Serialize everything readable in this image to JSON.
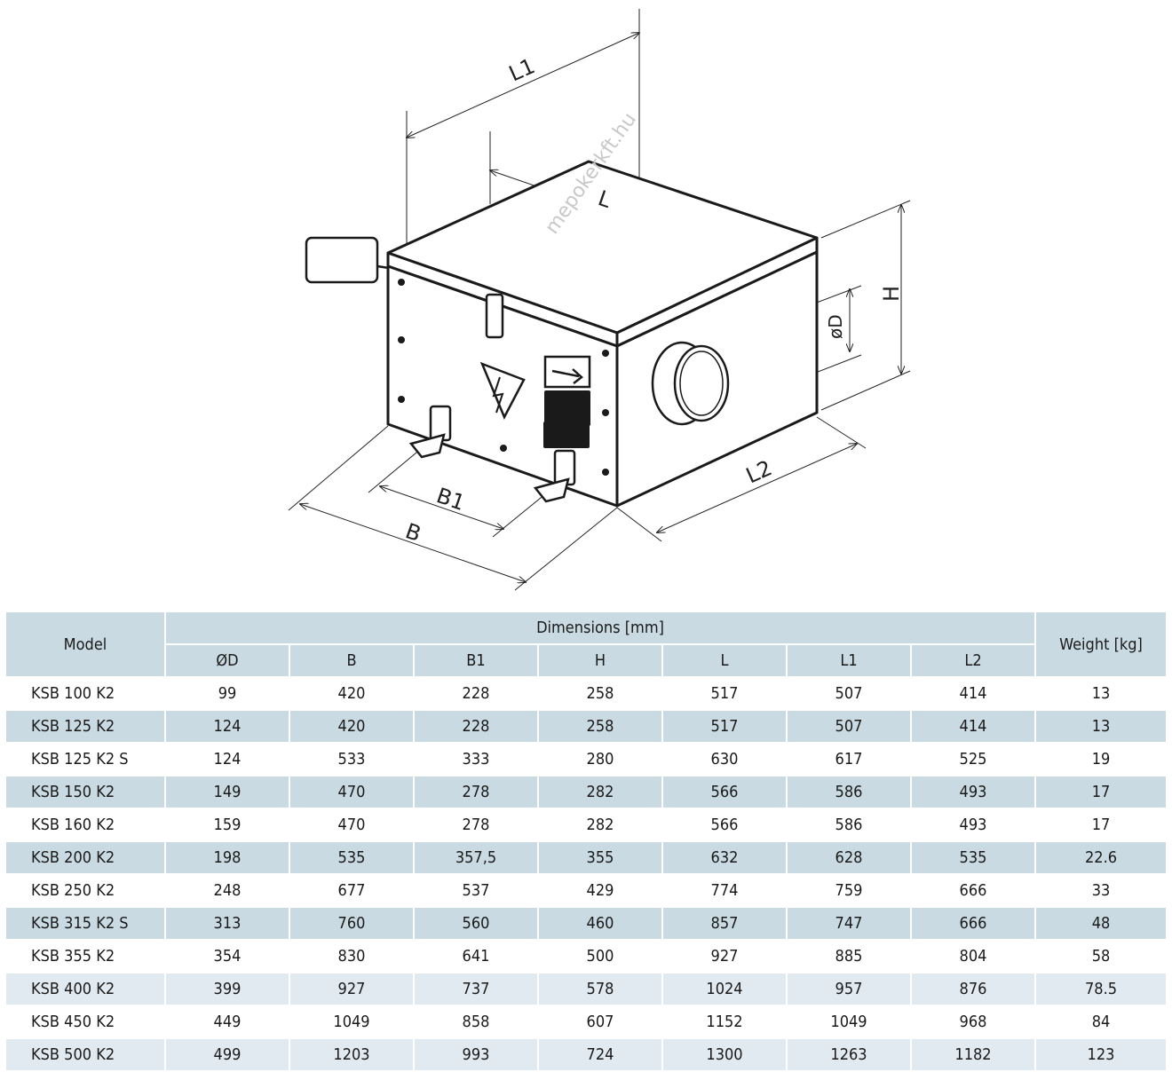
{
  "diagram": {
    "labels": {
      "L1": "L1",
      "L": "L",
      "H": "H",
      "D": "øD",
      "L2": "L2",
      "B": "B",
      "B1": "B1"
    },
    "watermark": "mepokerkft.hu"
  },
  "table": {
    "header": {
      "model": "Model",
      "dimensions": "Dimensions [mm]",
      "weight": "Weight [kg]",
      "dim_columns": [
        "ØD",
        "B",
        "B1",
        "H",
        "L",
        "L1",
        "L2"
      ]
    },
    "rows": [
      {
        "shade": 0,
        "cells": [
          "KSB 100 K2",
          "99",
          "420",
          "228",
          "258",
          "517",
          "507",
          "414",
          "13"
        ]
      },
      {
        "shade": 1,
        "cells": [
          "KSB 125 K2",
          "124",
          "420",
          "228",
          "258",
          "517",
          "507",
          "414",
          "13"
        ]
      },
      {
        "shade": 0,
        "cells": [
          "KSB 125 K2 S",
          "124",
          "533",
          "333",
          "280",
          "630",
          "617",
          "525",
          "19"
        ]
      },
      {
        "shade": 1,
        "cells": [
          "KSB 150 K2",
          "149",
          "470",
          "278",
          "282",
          "566",
          "586",
          "493",
          "17"
        ]
      },
      {
        "shade": 0,
        "cells": [
          "KSB 160 K2",
          "159",
          "470",
          "278",
          "282",
          "566",
          "586",
          "493",
          "17"
        ]
      },
      {
        "shade": 1,
        "cells": [
          "KSB 200 K2",
          "198",
          "535",
          "357,5",
          "355",
          "632",
          "628",
          "535",
          "22.6"
        ]
      },
      {
        "shade": 0,
        "cells": [
          "KSB 250 K2",
          "248",
          "677",
          "537",
          "429",
          "774",
          "759",
          "666",
          "33"
        ]
      },
      {
        "shade": 1,
        "cells": [
          "KSB 315 K2 S",
          "313",
          "760",
          "560",
          "460",
          "857",
          "747",
          "666",
          "48"
        ]
      },
      {
        "shade": 0,
        "cells": [
          "KSB 355 K2",
          "354",
          "830",
          "641",
          "500",
          "927",
          "885",
          "804",
          "58"
        ]
      },
      {
        "shade": 2,
        "cells": [
          "KSB 400 K2",
          "399",
          "927",
          "737",
          "578",
          "1024",
          "957",
          "876",
          "78.5"
        ]
      },
      {
        "shade": 0,
        "cells": [
          "KSB 450 K2",
          "449",
          "1049",
          "858",
          "607",
          "1152",
          "1049",
          "968",
          "84"
        ]
      },
      {
        "shade": 2,
        "cells": [
          "KSB 500 K2",
          "499",
          "1203",
          "993",
          "724",
          "1300",
          "1263",
          "1182",
          "123"
        ]
      }
    ]
  }
}
